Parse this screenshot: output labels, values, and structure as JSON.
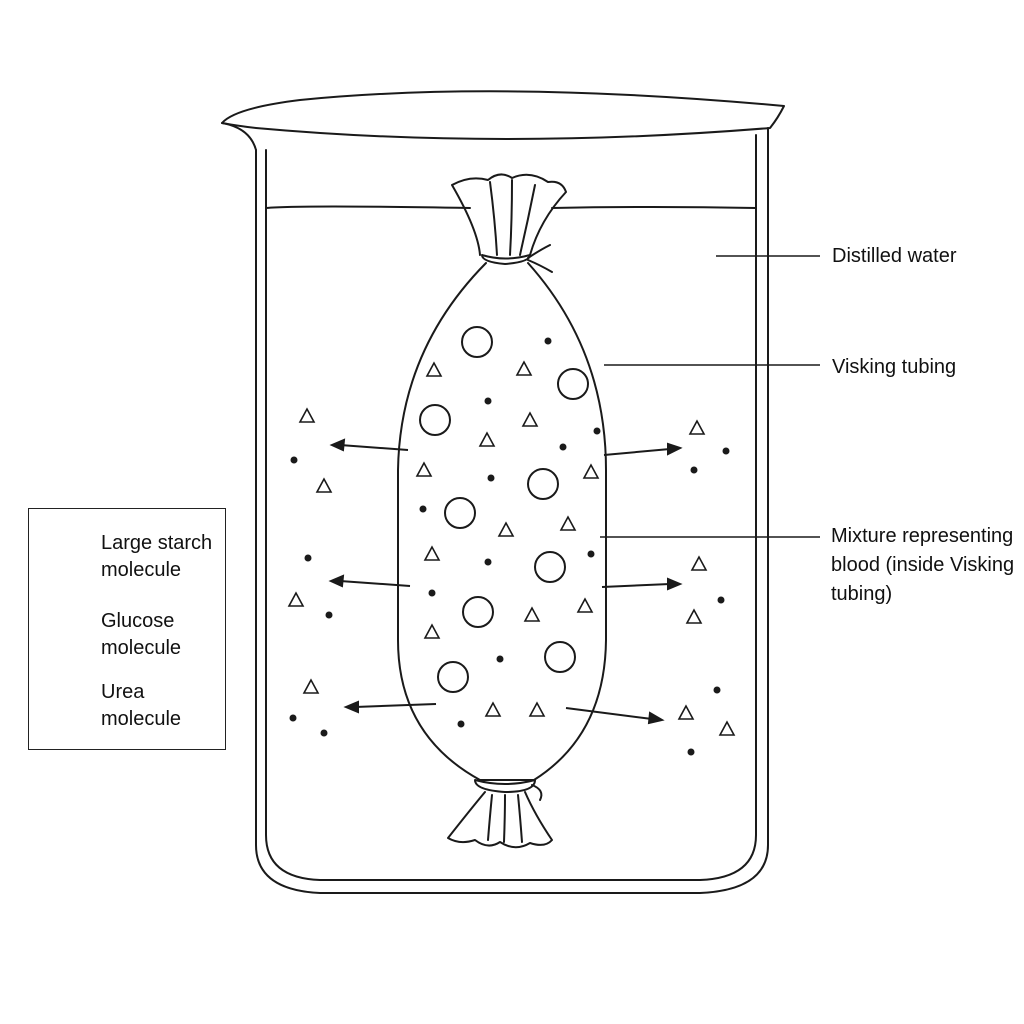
{
  "labels": {
    "distilled_water": "Distilled water",
    "visking_tubing": "Visking tubing",
    "mixture": "Mixture representing\nblood (inside Visking\ntubing)"
  },
  "legend": {
    "starch": "Large starch\nmolecule",
    "glucose": "Glucose\nmolecule",
    "urea": "Urea\nmolecule"
  }
}
